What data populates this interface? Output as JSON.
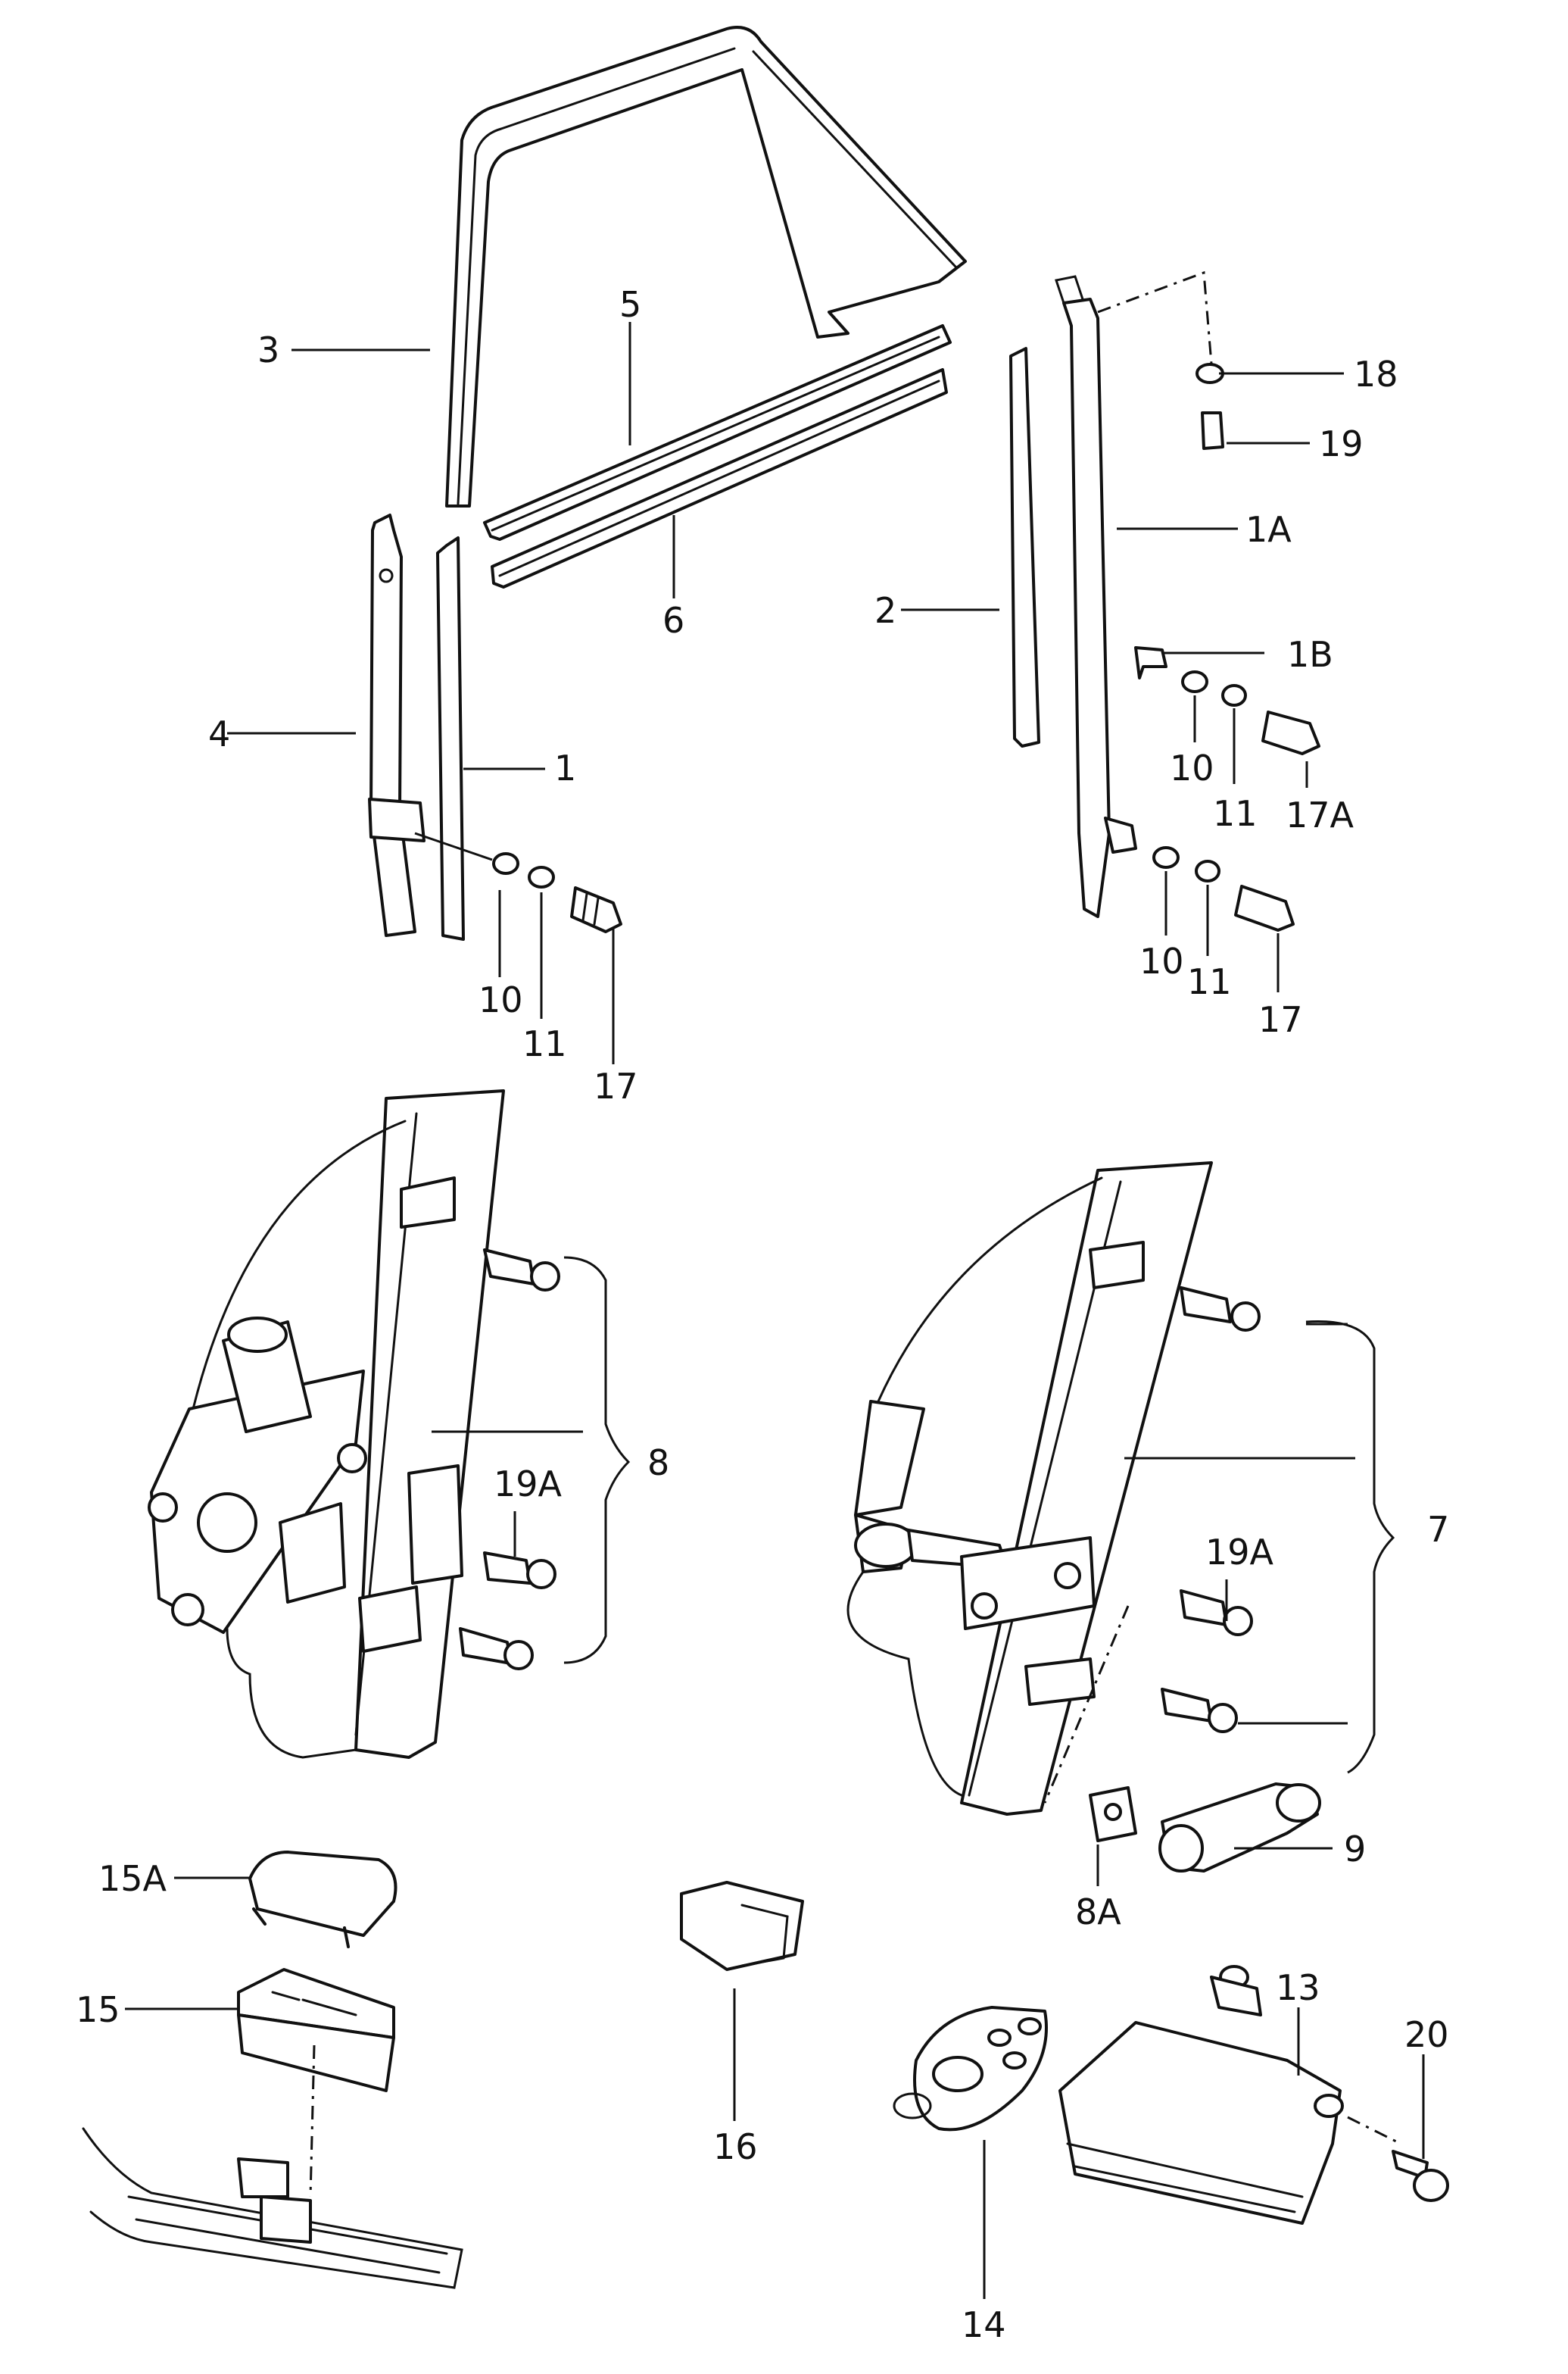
{
  "callouts": {
    "p1": "1",
    "p1A": "1A",
    "p1B": "1B",
    "p2": "2",
    "p3": "3",
    "p4": "4",
    "p5": "5",
    "p6": "6",
    "p7": "7",
    "p8": "8",
    "p8A": "8A",
    "p9": "9",
    "p10": "10",
    "p11": "11",
    "p13": "13",
    "p14": "14",
    "p15": "15",
    "p15A": "15A",
    "p16": "16",
    "p17": "17",
    "p17A": "17A",
    "p18": "18",
    "p19": "19",
    "p19A": "19A",
    "p20": "20"
  },
  "colors": {
    "ink": "#111111",
    "paper": "#ffffff",
    "shade": "#555555"
  }
}
